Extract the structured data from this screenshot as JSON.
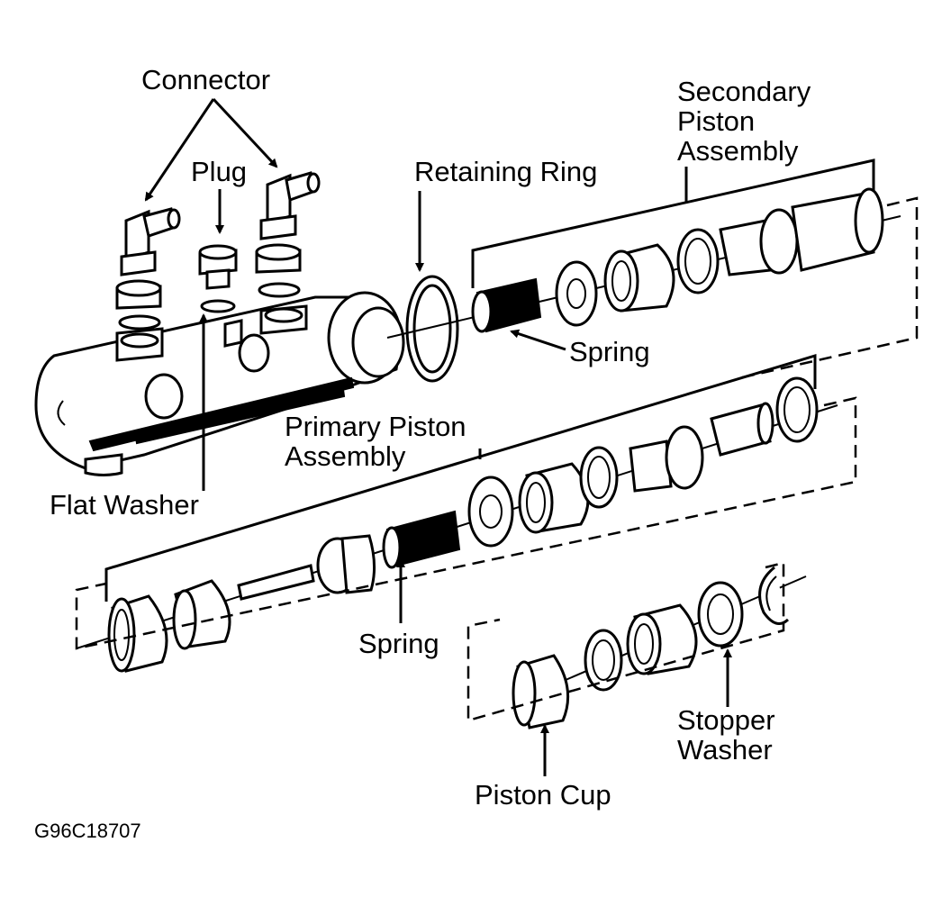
{
  "labels": {
    "connector": "Connector",
    "plug": "Plug",
    "retaining_ring": "Retaining Ring",
    "secondary_1": "Secondary",
    "secondary_2": "Piston",
    "secondary_3": "Assembly",
    "spring_top": "Spring",
    "primary_1": "Primary Piston",
    "primary_2": "Assembly",
    "flat_washer": "Flat Washer",
    "spring_bottom": "Spring",
    "stopper_1": "Stopper",
    "stopper_2": "Washer",
    "piston_cup": "Piston Cup"
  },
  "figure_code": "G96C18707"
}
